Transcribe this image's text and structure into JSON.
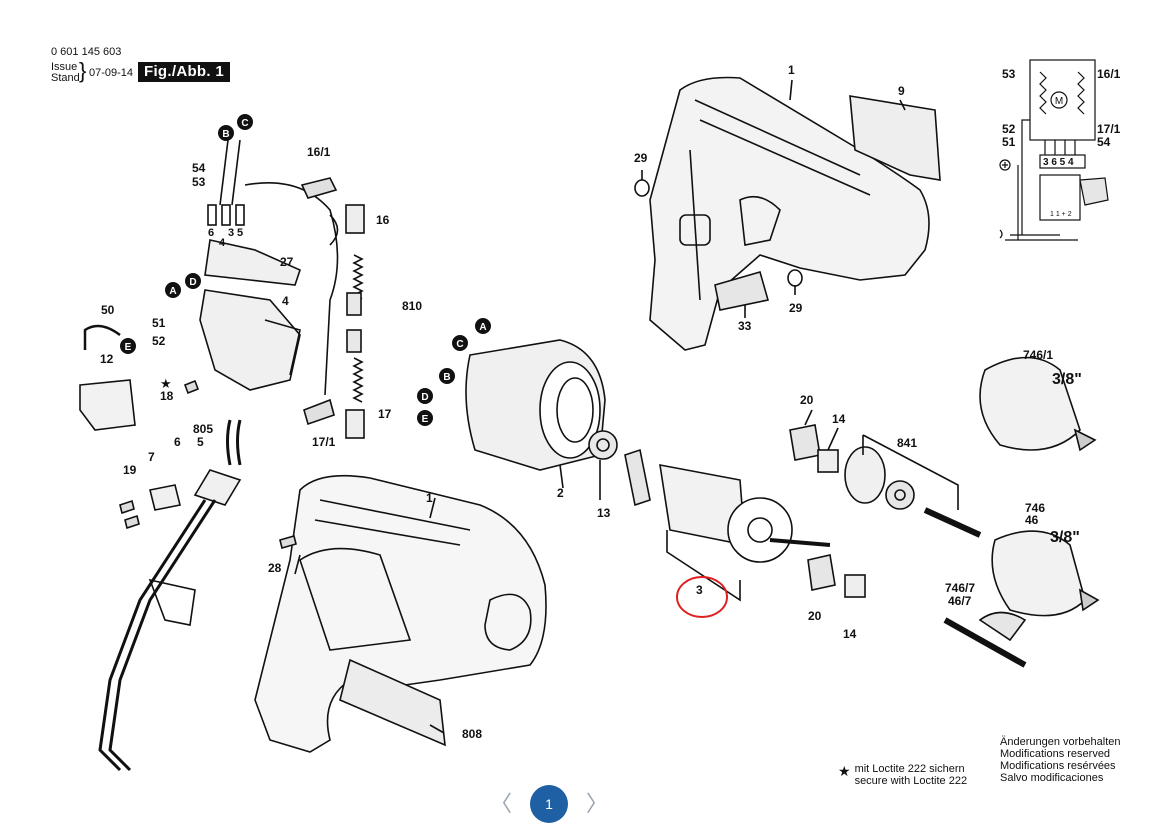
{
  "header": {
    "part_number": "0 601 145 603",
    "issue_label": "Issue",
    "stand_label": "Stand",
    "date": "07-09-14",
    "figure_label": "Fig./Abb. 1"
  },
  "circle_letters": [
    "A",
    "B",
    "C",
    "D",
    "E"
  ],
  "part_labels": {
    "p1": "1",
    "p1b": "1",
    "p2": "2",
    "p3": "3",
    "p4": "4",
    "p5": "5",
    "p6": "6",
    "p7": "7",
    "p9": "9",
    "p12": "12",
    "p13": "13",
    "p14": "14",
    "p14b": "14",
    "p16": "16",
    "p16_1": "16/1",
    "p17": "17",
    "p17_1": "17/1",
    "p18": "18",
    "p19": "19",
    "p20": "20",
    "p20b": "20",
    "p27": "27",
    "p28": "28",
    "p29": "29",
    "p29b": "29",
    "p33": "33",
    "p46": "46",
    "p46_7": "46/7",
    "p50": "50",
    "p51": "51",
    "p52": "52",
    "p53": "53",
    "p54": "54",
    "p746": "746",
    "p746_1": "746/1",
    "p746_7": "746/7",
    "p805": "805",
    "p808": "808",
    "p810": "810",
    "p841": "841"
  },
  "chuck_sizes": {
    "upper": "3/8\"",
    "lower": "3/8\""
  },
  "wiring_diagram": {
    "labels": {
      "l53": "53",
      "l16_1": "16/1",
      "l52": "52",
      "l17_1": "17/1",
      "l51": "51",
      "l54": "54"
    },
    "terminals": "3 6 5 4",
    "motor": "M",
    "switch_marks": "1 1 + 2"
  },
  "switch_terminals": {
    "t6": "6",
    "t3": "3",
    "t5": "5",
    "t4": "4"
  },
  "loctite_note": {
    "star": "★",
    "line1": "mit Loctite 222 sichern",
    "line2": "secure with Loctite 222"
  },
  "modifications_note": [
    "Änderungen vorbehalten",
    "Modifications reserved",
    "Modifications resérvées",
    "Salvo modificaciones"
  ],
  "highlight": {
    "color": "#e02020",
    "part": "3"
  },
  "pagination": {
    "prev": "〈",
    "current": "1",
    "next": "〉",
    "accent": "#1f5fa3"
  }
}
